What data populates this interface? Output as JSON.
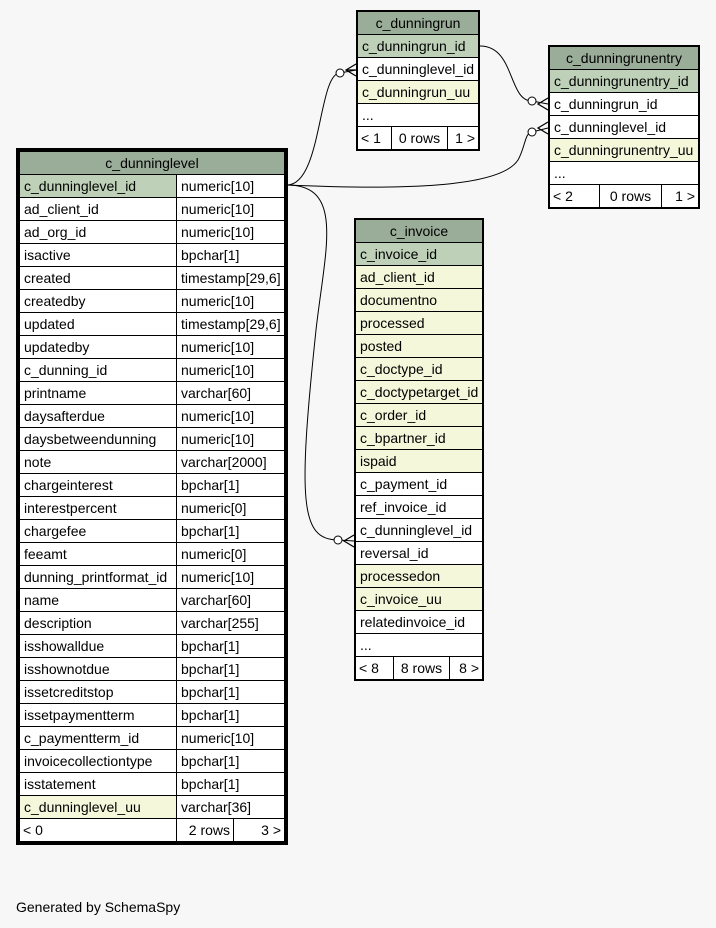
{
  "tables": {
    "c_dunninglevel": {
      "name": "c_dunninglevel",
      "columns": [
        {
          "name": "c_dunninglevel_id",
          "type": "numeric[10]",
          "kind": "pk"
        },
        {
          "name": "ad_client_id",
          "type": "numeric[10]",
          "kind": "plain"
        },
        {
          "name": "ad_org_id",
          "type": "numeric[10]",
          "kind": "plain"
        },
        {
          "name": "isactive",
          "type": "bpchar[1]",
          "kind": "plain"
        },
        {
          "name": "created",
          "type": "timestamp[29,6]",
          "kind": "plain"
        },
        {
          "name": "createdby",
          "type": "numeric[10]",
          "kind": "plain"
        },
        {
          "name": "updated",
          "type": "timestamp[29,6]",
          "kind": "plain"
        },
        {
          "name": "updatedby",
          "type": "numeric[10]",
          "kind": "plain"
        },
        {
          "name": "c_dunning_id",
          "type": "numeric[10]",
          "kind": "plain"
        },
        {
          "name": "printname",
          "type": "varchar[60]",
          "kind": "plain"
        },
        {
          "name": "daysafterdue",
          "type": "numeric[10]",
          "kind": "plain"
        },
        {
          "name": "daysbetweendunning",
          "type": "numeric[10]",
          "kind": "plain"
        },
        {
          "name": "note",
          "type": "varchar[2000]",
          "kind": "plain"
        },
        {
          "name": "chargeinterest",
          "type": "bpchar[1]",
          "kind": "plain"
        },
        {
          "name": "interestpercent",
          "type": "numeric[0]",
          "kind": "plain"
        },
        {
          "name": "chargefee",
          "type": "bpchar[1]",
          "kind": "plain"
        },
        {
          "name": "feeamt",
          "type": "numeric[0]",
          "kind": "plain"
        },
        {
          "name": "dunning_printformat_id",
          "type": "numeric[10]",
          "kind": "plain"
        },
        {
          "name": "name",
          "type": "varchar[60]",
          "kind": "plain"
        },
        {
          "name": "description",
          "type": "varchar[255]",
          "kind": "plain"
        },
        {
          "name": "isshowalldue",
          "type": "bpchar[1]",
          "kind": "plain"
        },
        {
          "name": "isshownotdue",
          "type": "bpchar[1]",
          "kind": "plain"
        },
        {
          "name": "issetcreditstop",
          "type": "bpchar[1]",
          "kind": "plain"
        },
        {
          "name": "issetpaymentterm",
          "type": "bpchar[1]",
          "kind": "plain"
        },
        {
          "name": "c_paymentterm_id",
          "type": "numeric[10]",
          "kind": "plain"
        },
        {
          "name": "invoicecollectiontype",
          "type": "bpchar[1]",
          "kind": "plain"
        },
        {
          "name": "isstatement",
          "type": "bpchar[1]",
          "kind": "plain"
        },
        {
          "name": "c_dunninglevel_uu",
          "type": "varchar[36]",
          "kind": "fk"
        }
      ],
      "footer": {
        "left": "< 0",
        "middle": "2 rows",
        "right": "3 >"
      }
    },
    "c_dunningrun": {
      "name": "c_dunningrun",
      "columns": [
        {
          "name": "c_dunningrun_id",
          "kind": "pk"
        },
        {
          "name": "c_dunninglevel_id",
          "kind": "plain"
        },
        {
          "name": "c_dunningrun_uu",
          "kind": "fk"
        },
        {
          "name": "...",
          "kind": "plain"
        }
      ],
      "footer": {
        "left": "< 1",
        "middle": "0 rows",
        "right": "1 >"
      }
    },
    "c_dunningrunentry": {
      "name": "c_dunningrunentry",
      "columns": [
        {
          "name": "c_dunningrunentry_id",
          "kind": "pk"
        },
        {
          "name": "c_dunningrun_id",
          "kind": "plain"
        },
        {
          "name": "c_dunninglevel_id",
          "kind": "plain"
        },
        {
          "name": "c_dunningrunentry_uu",
          "kind": "fk"
        },
        {
          "name": "...",
          "kind": "plain"
        }
      ],
      "footer": {
        "left": "< 2",
        "middle": "0 rows",
        "right": "1 >"
      }
    },
    "c_invoice": {
      "name": "c_invoice",
      "columns": [
        {
          "name": "c_invoice_id",
          "kind": "pk"
        },
        {
          "name": "ad_client_id",
          "kind": "fk"
        },
        {
          "name": "documentno",
          "kind": "fk"
        },
        {
          "name": "processed",
          "kind": "fk"
        },
        {
          "name": "posted",
          "kind": "fk"
        },
        {
          "name": "c_doctype_id",
          "kind": "fk"
        },
        {
          "name": "c_doctypetarget_id",
          "kind": "fk"
        },
        {
          "name": "c_order_id",
          "kind": "fk"
        },
        {
          "name": "c_bpartner_id",
          "kind": "fk"
        },
        {
          "name": "ispaid",
          "kind": "fk"
        },
        {
          "name": "c_payment_id",
          "kind": "plain"
        },
        {
          "name": "ref_invoice_id",
          "kind": "plain"
        },
        {
          "name": "c_dunninglevel_id",
          "kind": "plain"
        },
        {
          "name": "reversal_id",
          "kind": "plain"
        },
        {
          "name": "processedon",
          "kind": "fk"
        },
        {
          "name": "c_invoice_uu",
          "kind": "fk"
        },
        {
          "name": "relatedinvoice_id",
          "kind": "plain"
        },
        {
          "name": "...",
          "kind": "plain"
        }
      ],
      "footer": {
        "left": "< 8",
        "middle": "8 rows",
        "right": "8 >"
      }
    }
  },
  "colors": {
    "header": "#9aad99",
    "primary_key": "#bed1b8",
    "indexed": "#f4f7da",
    "background": "#f7f7f7"
  },
  "footer_text": "Generated by SchemaSpy"
}
